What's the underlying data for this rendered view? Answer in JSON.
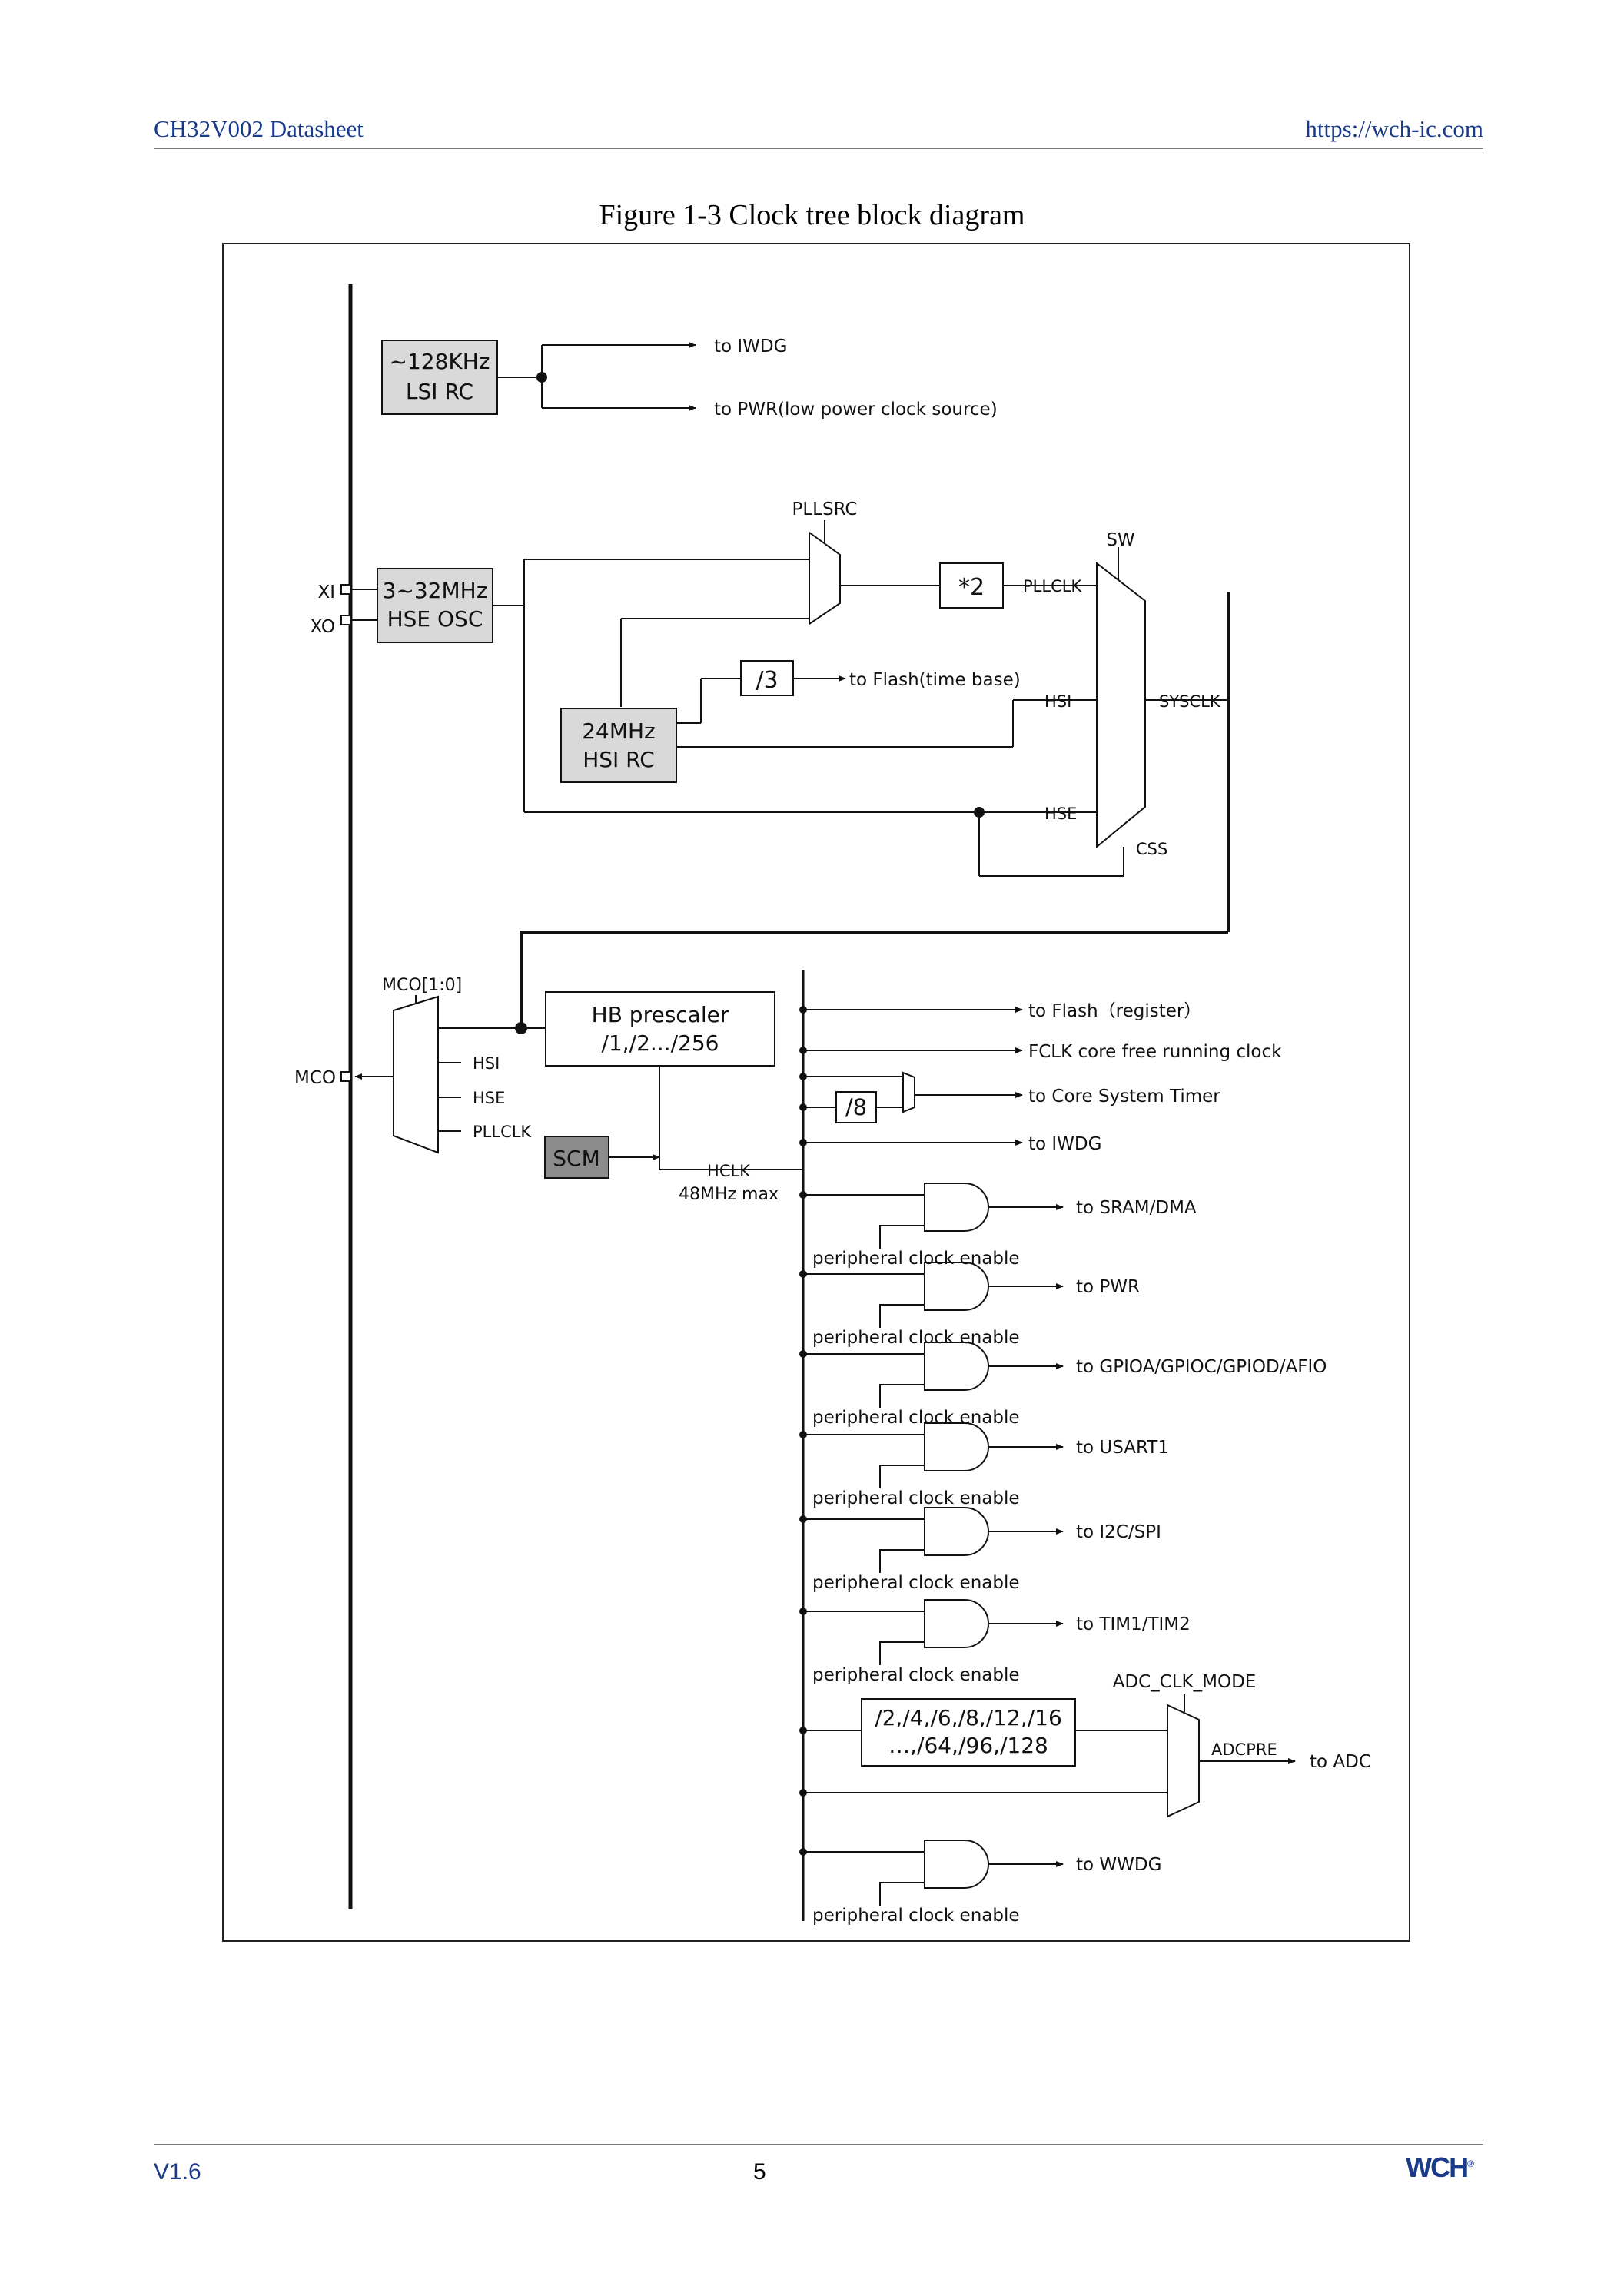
{
  "header": {
    "doc_title": "CH32V002 Datasheet",
    "url": "https://wch-ic.com"
  },
  "figure": {
    "title": "Figure 1-3 Clock tree block diagram"
  },
  "diagram": {
    "lsi": {
      "line1": "~128KHz",
      "line2": "LSI RC"
    },
    "to_iwdg_top": "to IWDG",
    "to_pwr_lp": "to PWR(low power clock source)",
    "pllsrc": "PLLSRC",
    "sw": "SW",
    "xi": "XI",
    "xo": "XO",
    "hse_osc": {
      "line1": "3~32MHz",
      "line2": "HSE OSC"
    },
    "mul2": "*2",
    "pllclk": "PLLCLK",
    "div3": "/3",
    "to_flash_time": "to Flash(time base)",
    "hsi_in": "HSI",
    "sysclk": "SYSCLK",
    "hsi_rc": {
      "line1": "24MHz",
      "line2": "HSI RC"
    },
    "hse_in": "HSE",
    "css": "CSS",
    "mco_sel": "MCO[1:0]",
    "mco": "MCO",
    "mco_hsi": "HSI",
    "mco_hse": "HSE",
    "mco_pllclk": "PLLCLK",
    "hb_prescaler": {
      "line1": "HB prescaler",
      "line2": "/1,/2.../256"
    },
    "scm": "SCM",
    "hclk": "HCLK",
    "hclk_max": "48MHz max",
    "to_flash_reg": "to Flash（register）",
    "fclk": "FCLK core free running clock",
    "div8": "/8",
    "to_core_timer": "to Core System Timer",
    "to_iwdg": "to IWDG",
    "peripheral_enable": "peripheral clock enable",
    "outputs": [
      "to SRAM/DMA",
      "to PWR",
      "to GPIOA/GPIOC/GPIOD/AFIO",
      "to USART1",
      "to I2C/SPI",
      "to TIM1/TIM2",
      "to WWDG"
    ],
    "adc_clk_mode": "ADC_CLK_MODE",
    "adc_div": {
      "line1": "/2,/4,/6,/8,/12,/16",
      "line2": "…,/64,/96,/128"
    },
    "adcpre": "ADCPRE",
    "to_adc": "to ADC"
  },
  "footer": {
    "version": "V1.6",
    "page": "5",
    "logo": "WCH"
  }
}
